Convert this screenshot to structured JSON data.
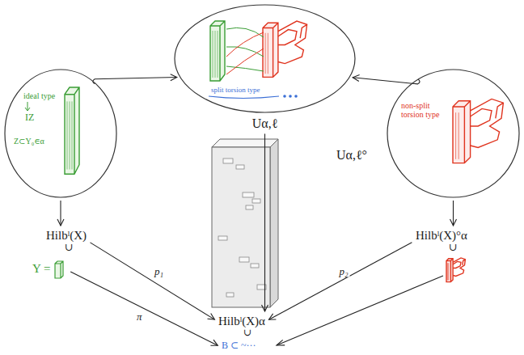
{
  "diagram": {
    "nodes": [
      {
        "text": [
          "split torsion type",
          "Uα,ℓ"
        ]
      },
      {
        "text": [
          "ideal type",
          "IZ",
          "Z⊂Y₀∈α"
        ]
      },
      {
        "text": [
          "non-split torsion type",
          "Uα,ℓ°"
        ]
      },
      {
        "text": [
          "Hilbˡ(X)"
        ]
      },
      {
        "text": [
          "Hilbˡ(X)α"
        ]
      },
      {
        "text": [
          "Hilbˡ(X)°α"
        ]
      },
      {
        "text": [
          "Y ="
        ]
      },
      {
        "text": [
          "B ⊂ ~···"
        ]
      }
    ],
    "edges": [
      {
        "from": 1,
        "to": 3,
        "arrow": "to"
      },
      {
        "from": 2,
        "to": 5,
        "arrow": "to"
      },
      {
        "from": 0,
        "to": 4,
        "arrow": "to"
      },
      {
        "from": 1,
        "to": 0,
        "arrow": "to"
      },
      {
        "from": 2,
        "to": 0,
        "arrow": "to"
      },
      {
        "from": 3,
        "to": 4,
        "label": "p₁",
        "arrow": "to"
      },
      {
        "from": 5,
        "to": 4,
        "label": "p₂",
        "arrow": "to"
      },
      {
        "from": 6,
        "to": 7,
        "label": "π",
        "arrow": "to"
      }
    ],
    "labels": [
      "∪",
      "∪",
      "∪"
    ]
  }
}
